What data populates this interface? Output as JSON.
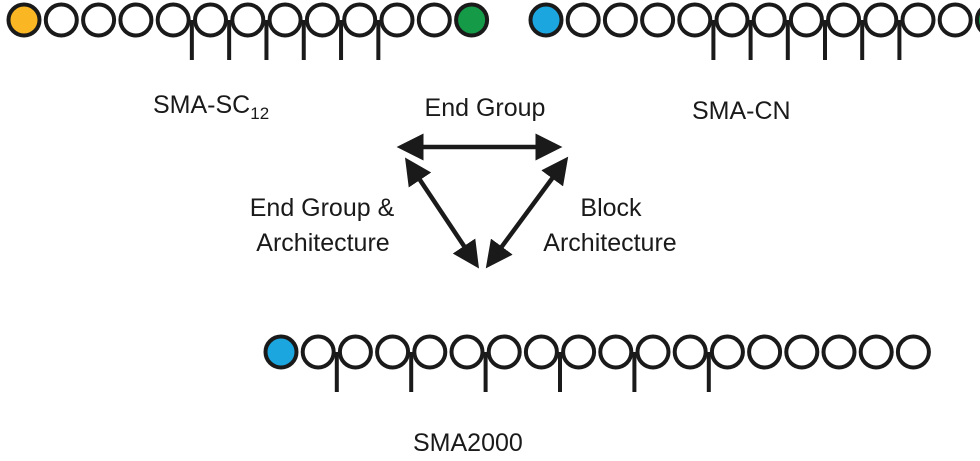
{
  "colors": {
    "stroke": "#1a1a1a",
    "empty_bead": "#ffffff",
    "yellow_end": "#fbb723",
    "green_end": "#159a48",
    "blue_end": "#1ca6e0"
  },
  "polymers": [
    {
      "id": "sma-sc12",
      "name": "SMA-SC",
      "subscript": "12",
      "beads": [
        "yellow_end",
        "empty_bead",
        "empty_bead",
        "empty_bead",
        "empty_bead",
        "empty_bead",
        "empty_bead",
        "empty_bead",
        "empty_bead",
        "empty_bead",
        "empty_bead",
        "empty_bead",
        "green_end"
      ],
      "pendants": [
        5,
        6,
        7,
        8,
        9,
        10
      ]
    },
    {
      "id": "sma-cn",
      "name": "SMA-CN",
      "subscript": "",
      "beads": [
        "blue_end",
        "empty_bead",
        "empty_bead",
        "empty_bead",
        "empty_bead",
        "empty_bead",
        "empty_bead",
        "empty_bead",
        "empty_bead",
        "empty_bead",
        "empty_bead",
        "empty_bead",
        "green_end"
      ],
      "pendants": [
        5,
        6,
        7,
        8,
        9,
        10
      ]
    },
    {
      "id": "sma2000",
      "name": "SMA2000",
      "subscript": "",
      "beads": [
        "blue_end",
        "empty_bead",
        "empty_bead",
        "empty_bead",
        "empty_bead",
        "empty_bead",
        "empty_bead",
        "empty_bead",
        "empty_bead",
        "empty_bead",
        "empty_bead",
        "empty_bead",
        "empty_bead",
        "empty_bead",
        "empty_bead",
        "empty_bead",
        "empty_bead",
        "empty_bead"
      ],
      "pendants": [
        2,
        4,
        6,
        8,
        10,
        12
      ]
    }
  ],
  "relations": {
    "top": "End Group",
    "left_line1": "End Group &",
    "left_line2": "Architecture",
    "right_line1": "Block",
    "right_line2": "Architecture"
  }
}
